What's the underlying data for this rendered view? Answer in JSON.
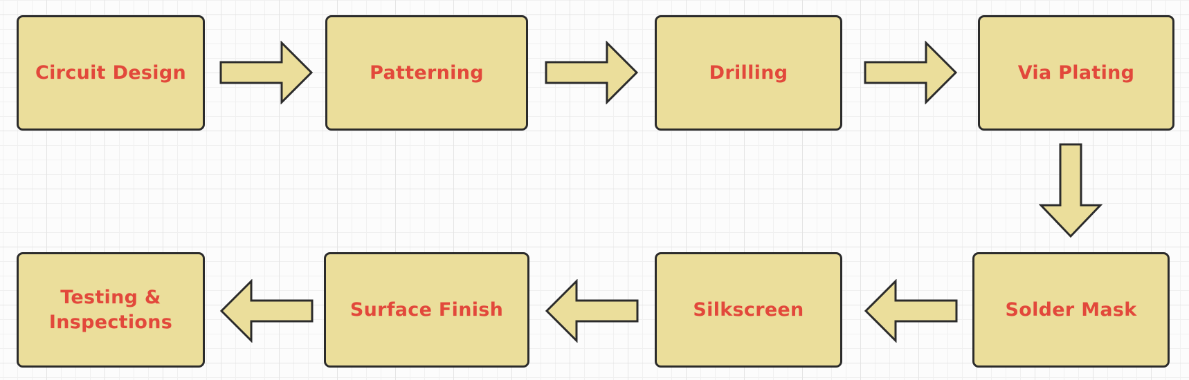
{
  "diagram": {
    "nodes": [
      {
        "label": "Circuit Design"
      },
      {
        "label": "Patterning"
      },
      {
        "label": "Drilling"
      },
      {
        "label": "Via Plating"
      },
      {
        "label": "Solder Mask"
      },
      {
        "label": "Silkscreen"
      },
      {
        "label": "Surface Finish"
      },
      {
        "label": "Testing & Inspections"
      }
    ],
    "connectors": [
      {
        "from": "Circuit Design",
        "to": "Patterning",
        "direction": "right"
      },
      {
        "from": "Patterning",
        "to": "Drilling",
        "direction": "right"
      },
      {
        "from": "Drilling",
        "to": "Via Plating",
        "direction": "right"
      },
      {
        "from": "Via Plating",
        "to": "Solder Mask",
        "direction": "down"
      },
      {
        "from": "Solder Mask",
        "to": "Silkscreen",
        "direction": "left"
      },
      {
        "from": "Silkscreen",
        "to": "Surface Finish",
        "direction": "left"
      },
      {
        "from": "Surface Finish",
        "to": "Testing & Inspections",
        "direction": "left"
      }
    ],
    "colors": {
      "node_fill": "#EBDE9B",
      "node_border": "#2B2B2B",
      "label_text": "#E2483B",
      "canvas_background": "#FCFCFC",
      "grid_minor": "#F0F0F0",
      "grid_major": "#E4E4E4"
    }
  }
}
